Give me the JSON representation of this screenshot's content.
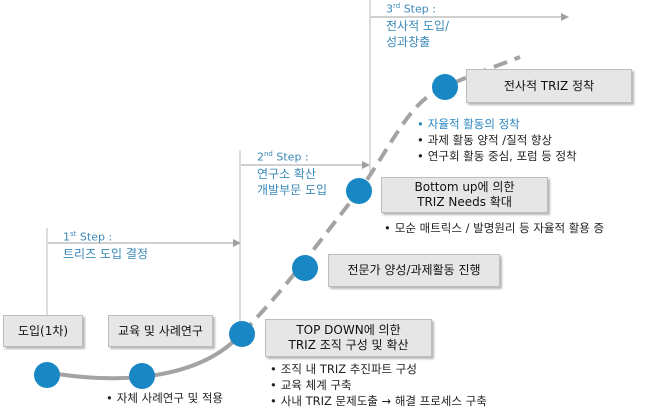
{
  "steps": [
    {
      "num": "1",
      "sup": "st",
      "word": "Step :",
      "lines": [
        "트리즈 도입 결정"
      ]
    },
    {
      "num": "2",
      "sup": "nd",
      "word": "Step :",
      "lines": [
        "연구소 확산",
        "개발부문 도입"
      ]
    },
    {
      "num": "3",
      "sup": "rd",
      "word": "Step :",
      "lines": [
        "전사적 도입/",
        "성과창출"
      ]
    }
  ],
  "boxes": {
    "intro": "도입(1차)",
    "education": "교육 및 사례연구",
    "topdown": [
      "TOP DOWN에 의한",
      "TRIZ 조직 구성 및 확산"
    ],
    "expert": "전문가 양성/과제활동 진행",
    "bottomup": [
      "Bottom up에 의한",
      "TRIZ Needs 확대"
    ],
    "settle": "전사적 TRIZ 정착"
  },
  "bullets": {
    "education": [
      "자체 사례연구 및 적용"
    ],
    "topdown": [
      "조직 내 TRIZ 추진파트 구성",
      "교육 체계 구축",
      "사내 TRIZ 문제도출 → 해결 프로세스 구축"
    ],
    "bottomup": [
      "모순 매트릭스 / 발명원리 등 자율적 활용 증"
    ],
    "settle": [
      "자율적 활동의 정착",
      "과제 활동 양적 /질적 향상",
      "연구회 활동 중심, 포럼 등 정착"
    ]
  },
  "colors": {
    "node": "#1a87c5",
    "curve": "#a3a3a3",
    "accent": "#3a88b8"
  }
}
